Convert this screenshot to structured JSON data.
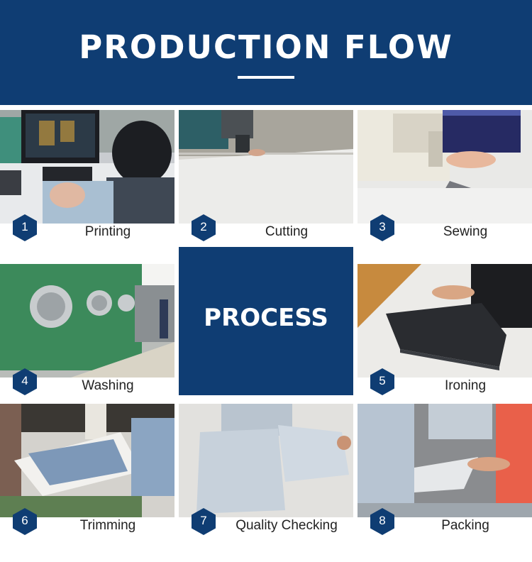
{
  "header": {
    "title": "PRODUCTION FLOW"
  },
  "center": {
    "label": "PROCESS"
  },
  "steps": [
    {
      "number": "1",
      "label": "Printing",
      "icon": "computer-design-photo"
    },
    {
      "number": "2",
      "label": "Cutting",
      "icon": "fabric-cutting-photo"
    },
    {
      "number": "3",
      "label": "Sewing",
      "icon": "sewing-machine-photo"
    },
    {
      "number": "4",
      "label": "Washing",
      "icon": "industrial-washer-photo"
    },
    {
      "number": "5",
      "label": "Ironing",
      "icon": "ironing-photo"
    },
    {
      "number": "6",
      "label": "Trimming",
      "icon": "trimming-photo"
    },
    {
      "number": "7",
      "label": "Quality Checking",
      "icon": "quality-check-photo"
    },
    {
      "number": "8",
      "label": "Packing",
      "icon": "packing-photo"
    }
  ],
  "colors": {
    "brand_blue": "#0f3d73",
    "badge_blue": "#0f3d73",
    "background": "#ffffff"
  }
}
